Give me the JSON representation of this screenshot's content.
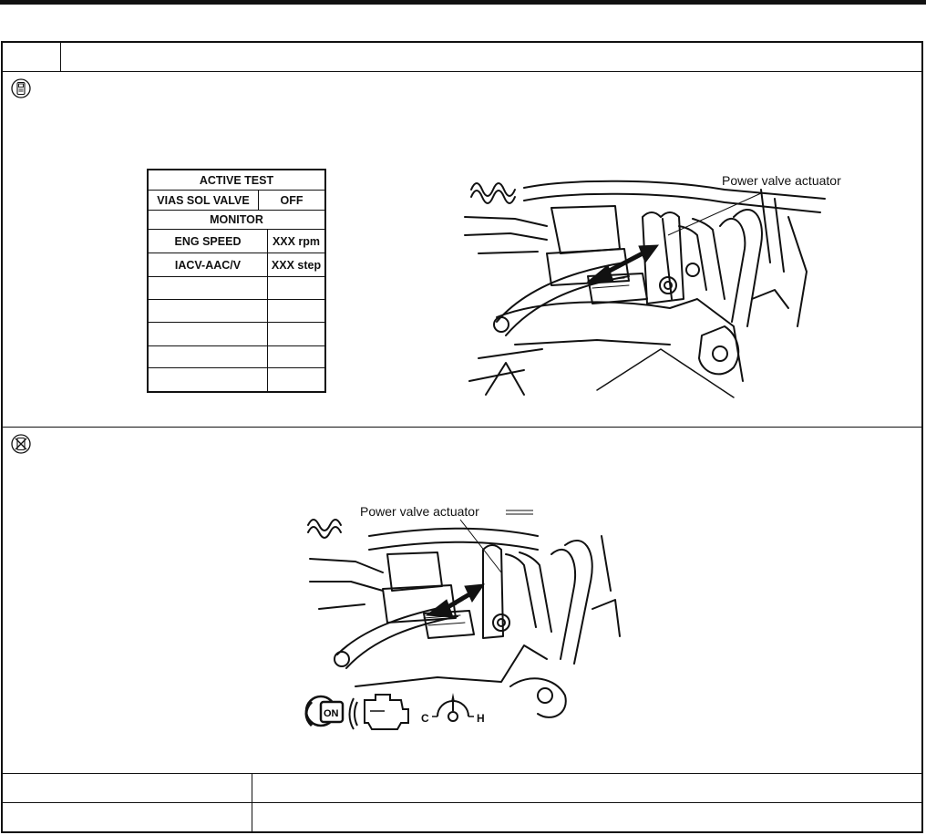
{
  "table": {
    "title": "ACTIVE TEST",
    "rows": [
      {
        "item": "VIAS SOL VALVE",
        "value": "OFF"
      },
      {
        "item": "MONITOR",
        "value": ""
      },
      {
        "item": "ENG SPEED",
        "value": "XXX rpm"
      },
      {
        "item": "IACV-AAC/V",
        "value": "XXX step"
      },
      {
        "item": "",
        "value": ""
      },
      {
        "item": "",
        "value": ""
      },
      {
        "item": "",
        "value": ""
      },
      {
        "item": "",
        "value": ""
      },
      {
        "item": "",
        "value": ""
      }
    ]
  },
  "illustration_top": {
    "callout": "Power valve actuator"
  },
  "illustration_bottom": {
    "callout": "Power valve actuator",
    "symbols": {
      "ignition_label": "ON",
      "temp_cold": "C",
      "temp_hot": "H"
    }
  },
  "icons": {
    "with_consult": "consult-tool-icon",
    "without_consult": "no-consult-tool-icon"
  }
}
